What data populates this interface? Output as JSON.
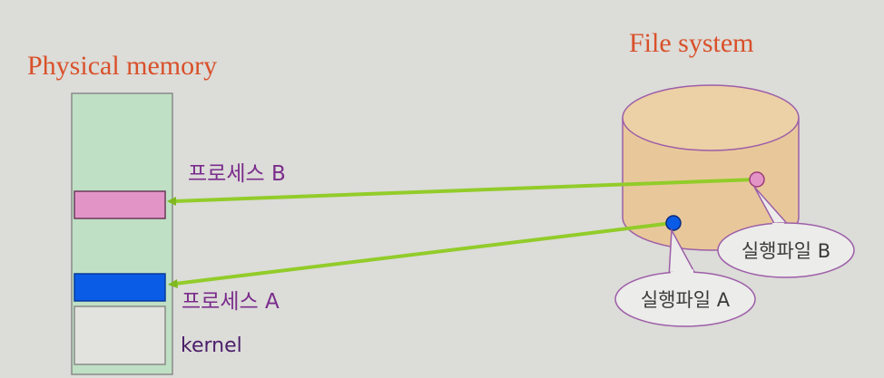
{
  "diagram": {
    "memory": {
      "title": "Physical memory",
      "regions": [
        {
          "id": "process-b",
          "label": "프로세스 B",
          "color": "#e394c7"
        },
        {
          "id": "process-a",
          "label": "프로세스 A",
          "color": "#0a5ce6"
        },
        {
          "id": "kernel",
          "label": "kernel"
        }
      ]
    },
    "filesystem": {
      "title": "File system",
      "files": [
        {
          "id": "exec-b",
          "label": "실행파일 B",
          "color": "#e394c7"
        },
        {
          "id": "exec-a",
          "label": "실행파일 A",
          "color": "#0a5ce6"
        }
      ]
    },
    "colors": {
      "background": "#dcdcd8",
      "memory_fill": "#bfe0c4",
      "disk_fill": "#e8c89a",
      "disk_stroke": "#9d5ea8",
      "arrow": "#92cc2a",
      "title": "#d9502a"
    }
  }
}
